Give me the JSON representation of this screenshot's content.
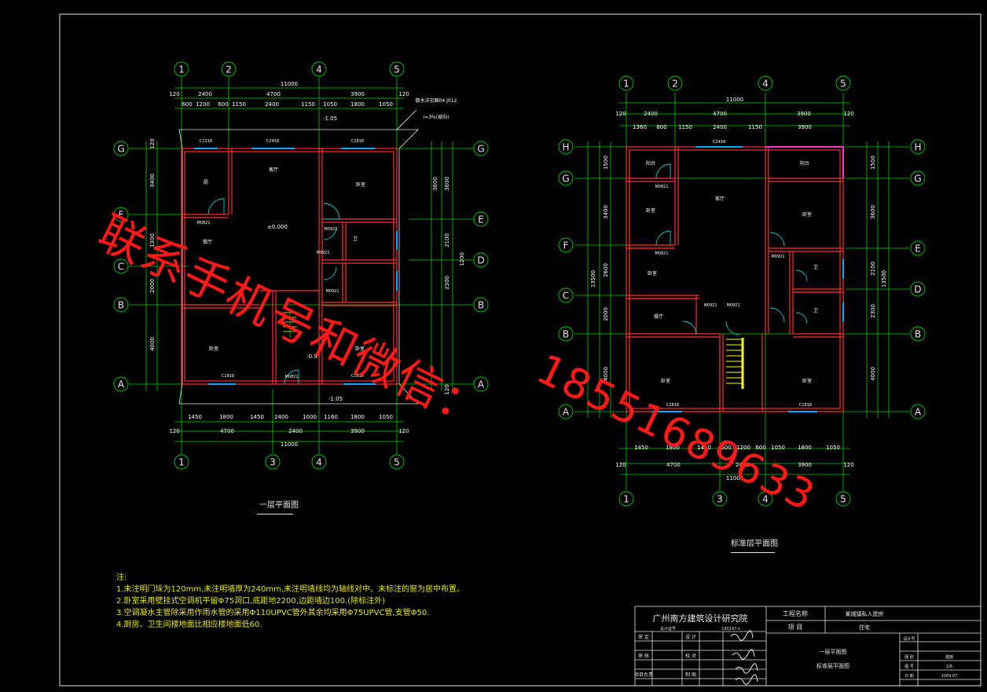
{
  "watermark": {
    "line1": "联系手机号和微信：",
    "line2": "18551689633"
  },
  "plan1": {
    "title": "一层平面图",
    "top_axes": [
      "1",
      "2",
      "4",
      "5"
    ],
    "bottom_axes": [
      "1",
      "3",
      "4",
      "5"
    ],
    "left_axes": [
      "G",
      "F",
      "C",
      "B",
      "A"
    ],
    "right_axes": [
      "G",
      "E",
      "D",
      "B",
      "A"
    ],
    "dim_total": "11000",
    "dims_top_row1": [
      "120",
      "2400",
      "4700",
      "3900",
      "120"
    ],
    "dims_top_row2": [
      "600",
      "1200",
      "600",
      "1150",
      "2400",
      "1150",
      "1050",
      "1800",
      "1050"
    ],
    "dims_bottom_row1": [
      "1450",
      "1800",
      "1450",
      "2400",
      "1000",
      "1160",
      "1800",
      "1050"
    ],
    "dims_bottom_row2": [
      "120",
      "4700",
      "2400",
      "3900",
      "120"
    ],
    "dims_left": [
      "120",
      "3400",
      "1300",
      "2000",
      "4000"
    ],
    "dims_right": [
      "3600",
      "3600",
      "2100",
      "1200",
      "2300",
      "120"
    ],
    "elevations": [
      "-1.05",
      "±0.000",
      "-0.9",
      "-1.05"
    ],
    "side_note1": "散水详见图04 J012",
    "side_note2": "i=3%(坡向)",
    "rooms": [
      "厨",
      "客厅",
      "卧室",
      "餐厅",
      "卫",
      "卧室",
      "卧室"
    ],
    "windows": [
      "C1218",
      "C2418",
      "C1818",
      "C1818",
      "C1818"
    ],
    "doors": [
      "M0821",
      "M0921",
      "M0921",
      "M0821",
      "M0921"
    ]
  },
  "plan2": {
    "title": "标准层平面图",
    "top_axes": [
      "1",
      "2",
      "4",
      "5"
    ],
    "bottom_axes": [
      "1",
      "3",
      "4",
      "5"
    ],
    "left_axes": [
      "H",
      "G",
      "F",
      "C",
      "B",
      "A"
    ],
    "right_axes": [
      "H",
      "G",
      "E",
      "D",
      "B",
      "A"
    ],
    "dim_total": "11000",
    "dims_top_row1": [
      "120",
      "2400",
      "4700",
      "3900",
      "120"
    ],
    "dims_top_row2": [
      "1360",
      "800",
      "1150",
      "2400",
      "1150",
      "3900"
    ],
    "dims_bottom_row1": [
      "1450",
      "1800",
      "1450",
      "600",
      "1200",
      "600",
      "1050",
      "1800",
      "1050"
    ],
    "dims_bottom_row2": [
      "120",
      "4700",
      "2400",
      "3900",
      "120"
    ],
    "dims_left": [
      "1500",
      "3400",
      "2600",
      "2000",
      "4000",
      "13500"
    ],
    "dims_right": [
      "1500",
      "3600",
      "2100",
      "2300",
      "4000",
      "13500"
    ],
    "rooms": [
      "阳台",
      "阳台",
      "卧室",
      "客厅",
      "卧室",
      "卧室",
      "餐厅",
      "卫",
      "卫",
      "卧室",
      "卧室"
    ],
    "windows": [
      "C2418",
      "C1818",
      "C1818"
    ],
    "doors": [
      "M0821",
      "M0821",
      "M0921",
      "M0921",
      "M0921"
    ]
  },
  "notes": {
    "heading": "注:",
    "items": [
      "1.未注明门垛为120mm,未注明墙厚为240mm,未注明墙线均为轴线对中。未标注的窗为居中布置。",
      "2.卧室采用壁挂式空调机平留Φ75洞口,底距地2200,边距墙边100.(除标注外)",
      "3.空调凝水主管除采用作雨水管的采用Φ110UPVC管外其余均采用Φ75UPVC管,支管Φ50.",
      "4.厨房、卫生间楼地面比相应楼地面低60."
    ]
  },
  "title_block": {
    "institute": "广州南方建筑设计研究院",
    "project_label": "工程名称",
    "project_value": "某城镇私人建房",
    "item_label": "项 目",
    "item_value": "住宅",
    "cert_label": "设计证号",
    "cert_value": "190147-s",
    "rows": [
      "审 定",
      "审 核",
      "项目负责"
    ],
    "rows2": [
      "设 计",
      "校 对",
      "制 图"
    ],
    "drawing_titles": [
      "一层平面图",
      "标准层平面图"
    ],
    "right_labels": [
      "图 别",
      "图 号",
      "日 期"
    ],
    "right_values": [
      "建施",
      "2/6",
      "2009.07"
    ],
    "scale_label": "设计号"
  },
  "colors": {
    "background": "#000000",
    "axis": "#00cc00",
    "wall": "#ff3030",
    "wall_fill": "#ffffff",
    "dim_text": "#ffffff",
    "note_text": "#e6e600",
    "border": "#e6e6e6",
    "door": "#00cccc",
    "stairs": "#ffff00",
    "watermark": "#ff1a1a"
  }
}
